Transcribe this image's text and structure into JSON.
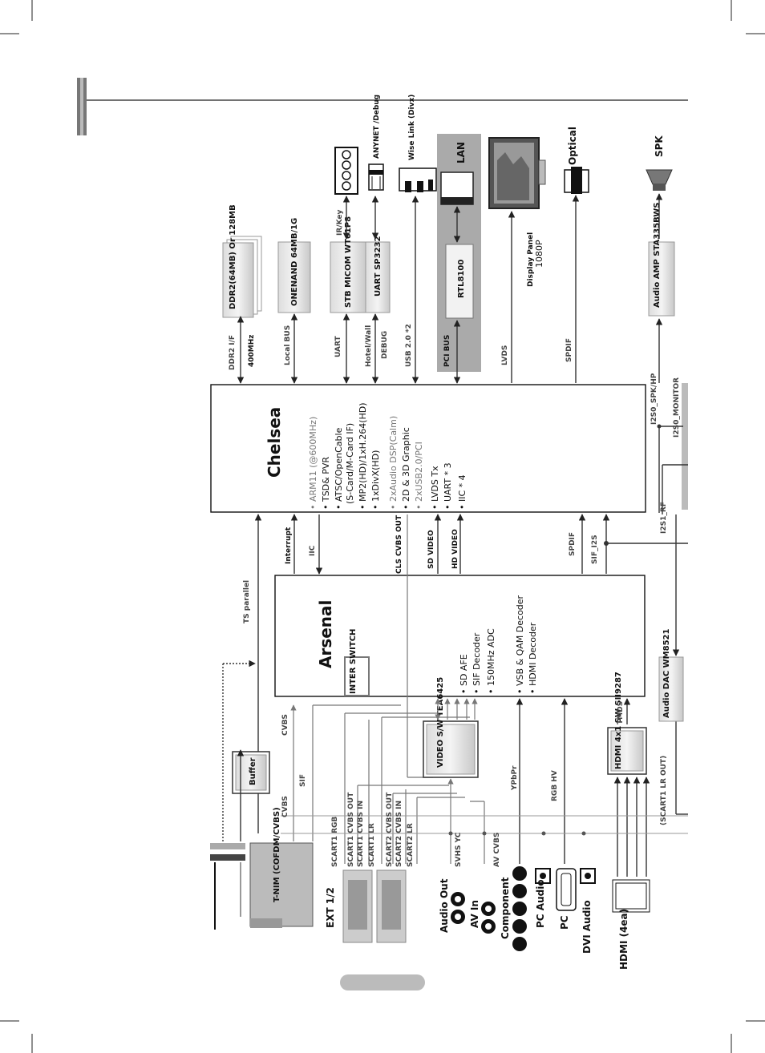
{
  "chips": {
    "chelsea": {
      "title": "Chelsea",
      "features": [
        "ARM11 (@600MHz)",
        "TSD& PVR",
        "ATSC/OpenCable",
        "(S-Card/M-Card IF)",
        "MP2(HD)/1xH.264(HD)",
        "1xDivX(HD)",
        "2xAudio DSP(Calm)",
        "2D & 3D Graphic",
        "2xUSB2.0/PCI",
        "LVDS Tx",
        "UART * 3",
        "IIC * 4"
      ]
    },
    "arsenal": {
      "title": "Arsenal",
      "inter_switch": "INTER SWITCH",
      "features": [
        "SD AFE",
        "SIF Decoder",
        "150MHz ADC",
        "VSB & QAM Decoder",
        "HDMI Decoder"
      ]
    }
  },
  "blocks": {
    "ddr2": "DDR2(64MB) Or 128MB",
    "onenand": "ONENAND 64MB/1G",
    "stb_micom": "STB MICOM WT61P8",
    "uart": "UART SP3232",
    "rtl8100": "RTL8100",
    "lan": "LAN",
    "audio_amp": "Audio AMP STA335BWS",
    "audio_dac": "Audio DAC WM8521",
    "hdmi_sw": "HDMI 4x1 SW SII9287",
    "video_sw": "VIDEO S/W TEA6425",
    "buffer": "Buffer",
    "tnim": "T-NIM (COFDM/CVBS)"
  },
  "peripherals": {
    "anynet": "ANYNET /Debug",
    "wiselink": "Wise Link (Divx)",
    "display_panel": "Display Panel",
    "display_res": "1080P",
    "optical": "Optical",
    "spk": "SPK"
  },
  "signals": {
    "ddr2_if": "DDR2 I/F",
    "mhz": "400MHz",
    "local_bus": "Local BUS",
    "uart": "UART",
    "ir_key": "IR/Key",
    "hotel_wall": "Hotel/Wall",
    "debug": "DEBUG",
    "usb": "USB 2.0 *2",
    "pci_bus": "PCI BUS",
    "lvds": "LVDS",
    "spdif_top": "SPDIF",
    "i2s0_spk": "I2S0_SPK/HP",
    "i2s0_mon": "I2S0_MONITOR",
    "i2s1_rf": "I2S1_RF",
    "spdif": "SPDIF",
    "sif_i2s": "SIF_I2S",
    "interrupt": "Interrupt",
    "iic": "IIC",
    "ts_parallel": "TS parallel",
    "cls_cvbs_out": "CLS CVBS OUT",
    "sd_video": "SD VIDEO",
    "hd_video": "HD VIDEO",
    "tmds": "TMDS",
    "cvbs1": "CVBS",
    "sif": "SIF",
    "cvbs2": "CVBS",
    "scart1_rgb": "SCART1 RGB",
    "scart1_cvbs_out": "SCART1 CVBS OUT",
    "scart1_cvbs_in": "SCART1 CVBS IN",
    "scart1_lr": "SCART1 LR",
    "scart2_cvbs_out": "SCART2 CVBS OUT",
    "scart2_cvbs_in": "SCART2 CVBS IN",
    "scart2_lr": "SCART2 LR",
    "svhs_yc": "SVHS YC",
    "av_cvbs": "AV CVBS",
    "ypbpr": "YPbPr",
    "rgb_hv": "RGB HV",
    "scart1_lr_out": "(SCART1 LR OUT)"
  },
  "ports": {
    "ext": "EXT 1/2",
    "audio_out": "Audio Out",
    "av_in": "AV In",
    "component": "Component",
    "pc_audio": "PC Audio",
    "pc": "PC",
    "dvi_audio": "DVI Audio",
    "hdmi": "HDMI (4ea)"
  }
}
